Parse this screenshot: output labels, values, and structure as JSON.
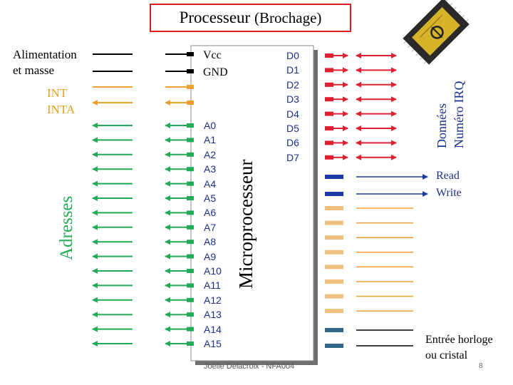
{
  "title": {
    "main": "Processeur ",
    "paren": "(Brochage)"
  },
  "left": {
    "alimentation": "Alimentation",
    "masse": "et masse",
    "int": "INT",
    "inta": "INTA",
    "adresses": "Adresses"
  },
  "chip": {
    "name": "Microprocesseur",
    "vcc": "Vcc",
    "gnd": "GND",
    "address_pins": [
      "A0",
      "A1",
      "A2",
      "A3",
      "A4",
      "A5",
      "A6",
      "A7",
      "A8",
      "A9",
      "A10",
      "A11",
      "A12",
      "A13",
      "A14",
      "A15"
    ],
    "data_pins": [
      "D0",
      "D1",
      "D2",
      "D3",
      "D4",
      "D5",
      "D6",
      "D7"
    ]
  },
  "right": {
    "donnees": "Données",
    "irq": "Numéro IRQ",
    "read": "Read",
    "write": "Write",
    "clock1": "Entrée horloge",
    "clock2": "ou cristal"
  },
  "footer": "Joëlle Delacroix - NFA004",
  "page_number": "8",
  "colors": {
    "address": "#22aa55",
    "power": "#000000",
    "interrupt": "#f0a030",
    "data": "#e02030",
    "control": "#1a3aa8",
    "clock": "#336688",
    "title_border": "#d62020"
  },
  "icons": {
    "chip_photo": "cpu-chip-icon"
  }
}
